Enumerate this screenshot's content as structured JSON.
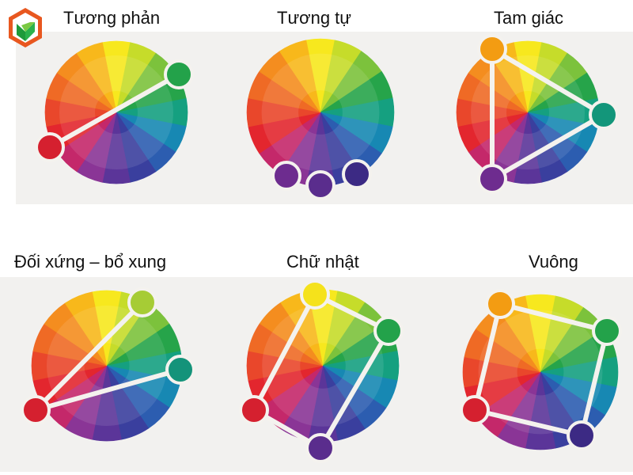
{
  "logo": {
    "icon": "hexagon-brand-logo",
    "colors": [
      "#e8571f",
      "#1e9a3a"
    ]
  },
  "wheel_colors": [
    "#f7e81e",
    "#c6dc2a",
    "#7cc23c",
    "#26a44a",
    "#15a080",
    "#1788b3",
    "#2c5db0",
    "#3a3f9e",
    "#5b3599",
    "#8a3596",
    "#c4286a",
    "#e3262e",
    "#e9472b",
    "#ef6a25",
    "#f48d1f",
    "#f8b81b"
  ],
  "panels": [
    {
      "title": "Tương phản",
      "scheme": "complementary",
      "dots": [
        "#23a24a",
        "#d5202f"
      ]
    },
    {
      "title": "Tương tự",
      "scheme": "analogous",
      "dots": [
        "#6d2c8f",
        "#5a2d8d",
        "#3c2a84"
      ]
    },
    {
      "title": "Tam giác",
      "scheme": "triadic",
      "dots": [
        "#f39c12",
        "#13967a",
        "#6e2c8f"
      ]
    },
    {
      "title": "Đối xứng – bổ xung",
      "scheme": "split-complementary",
      "dots": [
        "#a6cc35",
        "#14937a",
        "#d5202f"
      ]
    },
    {
      "title": "Chữ nhật",
      "scheme": "rectangle",
      "dots": [
        "#f5e21b",
        "#23a24a",
        "#5a2d8d",
        "#d5202f"
      ]
    },
    {
      "title": "Vuông",
      "scheme": "square",
      "dots": [
        "#f39c12",
        "#23a24a",
        "#3c2a84",
        "#d5202f"
      ]
    }
  ]
}
